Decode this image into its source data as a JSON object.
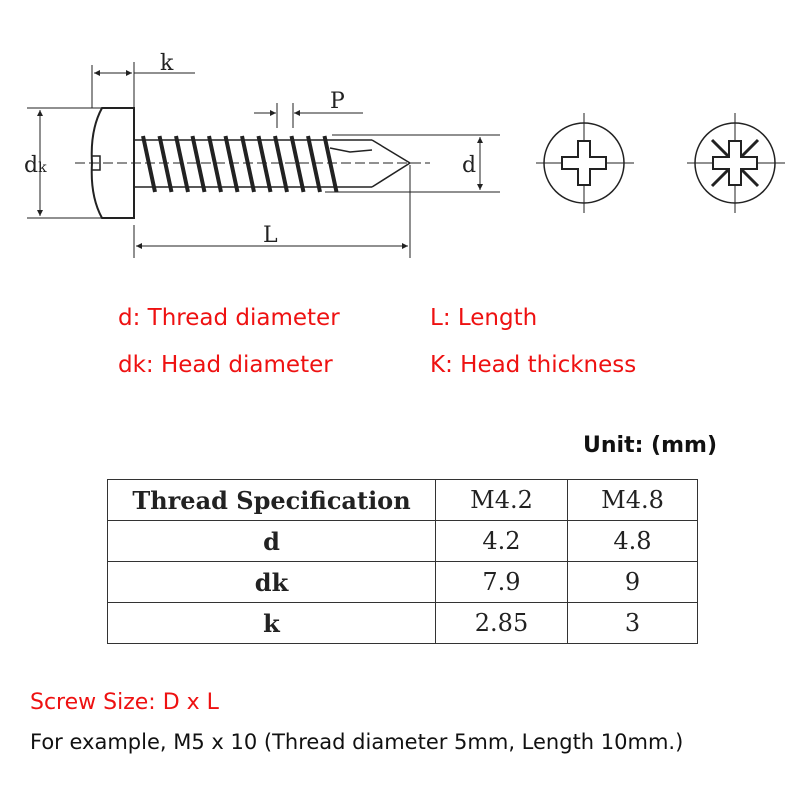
{
  "diagram": {
    "k": "k",
    "p": "P",
    "dk": "d",
    "dk_sub": "k",
    "d": "d",
    "l": "L"
  },
  "legend": {
    "d": "d: Thread diameter",
    "l": "L: Length",
    "dk": "dk: Head diameter",
    "k": "K: Head thickness"
  },
  "unit": "Unit: (mm)",
  "table": {
    "header": [
      "Thread Specification",
      "M4.2",
      "M4.8"
    ],
    "rows": [
      [
        "d",
        "4.2",
        "4.8"
      ],
      [
        "dk",
        "7.9",
        "9"
      ],
      [
        "k",
        "2.85",
        "3"
      ]
    ]
  },
  "screw_size": "Screw Size: D x L",
  "example": "For example, M5 x 10 (Thread diameter 5mm, Length 10mm.)",
  "colors": {
    "accent": "#ee1111"
  }
}
